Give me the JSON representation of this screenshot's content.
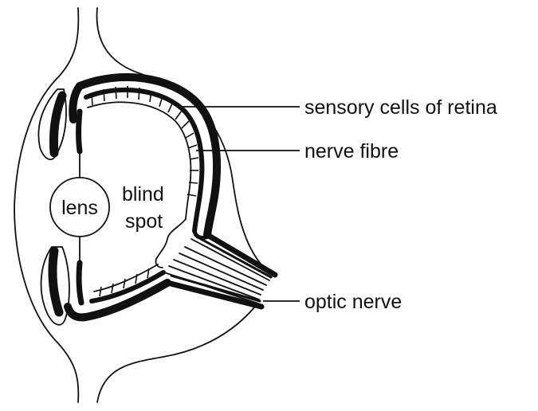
{
  "labels": {
    "sensory_cells": "sensory cells of retina",
    "nerve_fibre": "nerve fibre",
    "optic_nerve": "optic nerve",
    "lens": "lens",
    "blind": "blind",
    "spot": "spot"
  },
  "colors": {
    "ink": "#111111",
    "background": "#ffffff"
  }
}
